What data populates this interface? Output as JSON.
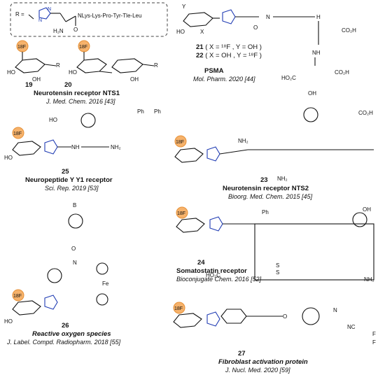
{
  "r_group": {
    "r_eq": "R =",
    "nh2": "H₂N",
    "chain": "NLys-Lys-Pro-Tyr-Tle-Leu",
    "o": "O"
  },
  "compounds": {
    "c19": {
      "num": "19"
    },
    "c20": {
      "num": "20"
    },
    "nts1": {
      "target": "Neurotensin receptor NTS1",
      "ref": "J. Med. Chem. 2016 [43]"
    },
    "c21": {
      "label": "21",
      "desc": "( X = ¹⁸F , Y = OH )"
    },
    "c22": {
      "label": "22",
      "desc": "( X = OH , Y = ¹⁸F )"
    },
    "psma": {
      "target": "PSMA",
      "ref": "Mol. Pharm. 2020 [44]"
    },
    "c25": {
      "num": "25",
      "target": "Neuropeptide Y Y1 receptor",
      "ref": "Sci. Rep. 2019 [53]"
    },
    "c23": {
      "num": "23",
      "target": "Neurotensin receptor NTS2",
      "ref": "Bioorg. Med. Chem. 2015 [45]"
    },
    "c24": {
      "num": "24",
      "target": "Somatostatin receptor",
      "ref": "Bioconjugate Chem. 2016 [52]"
    },
    "c26": {
      "num": "26",
      "target": "Reactive oxygen species",
      "ref": "J. Label. Compd. Radiopharm. 2018 [55]"
    },
    "c27": {
      "num": "27",
      "target": "Fibroblast activation protein",
      "ref": "J. Nucl. Med. 2020 [59]"
    }
  },
  "atoms": {
    "f18": "18F",
    "ho": "HO",
    "oh": "OH",
    "o": "O",
    "n": "N",
    "nh": "NH",
    "nh2": "NH₂",
    "h": "H",
    "co2h": "CO₂H",
    "hooc": "HO₂C",
    "x": "X",
    "y": "Y",
    "r": "R",
    "b": "B",
    "fe": "Fe",
    "nc": "NC",
    "f": "F",
    "ph": "Ph",
    "s": "S"
  },
  "colors": {
    "triazole": "#1f3bb3",
    "f18_badge": "#f6b26b",
    "bond": "#111111"
  }
}
